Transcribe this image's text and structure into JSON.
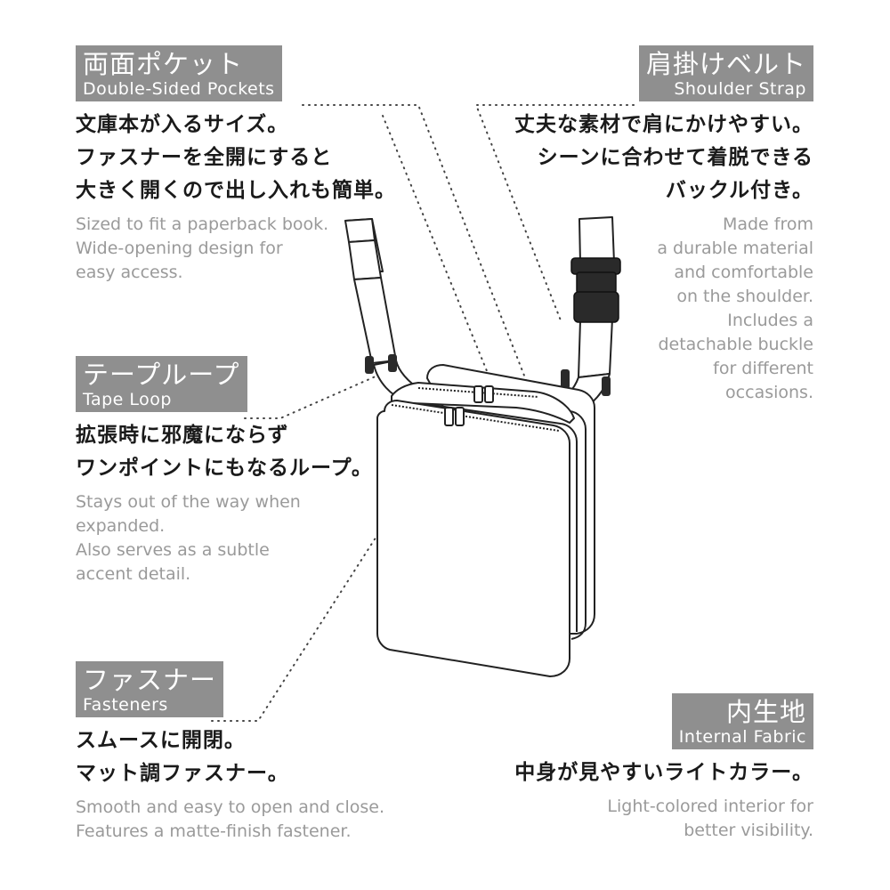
{
  "features": {
    "pockets": {
      "title_ja": "両面ポケット",
      "title_en": "Double-Sided Pockets",
      "lines_ja": [
        "文庫本が入るサイズ。",
        "ファスナーを全開にすると",
        "大きく開くので出し入れも簡単。"
      ],
      "lines_en": [
        "Sized to fit a paperback book.",
        "Wide-opening design for",
        "easy access."
      ]
    },
    "strap": {
      "title_ja": "肩掛けベルト",
      "title_en": "Shoulder Strap",
      "lines_ja": [
        "丈夫な素材で肩にかけやすい。",
        "シーンに合わせて着脱できる",
        "バックル付き。"
      ],
      "lines_en": [
        "Made from",
        "a durable material",
        "and comfortable",
        "on the shoulder.",
        "Includes a",
        "detachable buckle",
        "for different",
        "occasions."
      ]
    },
    "tape_loop": {
      "title_ja": "テープループ",
      "title_en": "Tape Loop",
      "lines_ja": [
        "拡張時に邪魔にならず",
        "ワンポイントにもなるループ。"
      ],
      "lines_en": [
        "Stays out of the way when",
        "expanded.",
        "Also serves as a subtle",
        "accent detail."
      ]
    },
    "fasteners": {
      "title_ja": "ファスナー",
      "title_en": "Fasteners",
      "lines_ja": [
        "スムースに開閉。",
        "マット調ファスナー。"
      ],
      "lines_en": [
        "Smooth and easy to open and close.",
        "Features a matte-finish fastener."
      ]
    },
    "fabric": {
      "title_ja": "内生地",
      "title_en": "Internal Fabric",
      "lines_ja": [
        "中身が見やすいライトカラー。"
      ],
      "lines_en": [
        "Light-colored interior for",
        "better visibility."
      ]
    }
  },
  "colors": {
    "tag_bg": "#8f8f8f",
    "tag_text": "#ffffff",
    "body_text": "#1a1a1a",
    "sub_text": "#9a9a9a",
    "line_art": "#222222",
    "buckle": "#2a2a2a"
  }
}
